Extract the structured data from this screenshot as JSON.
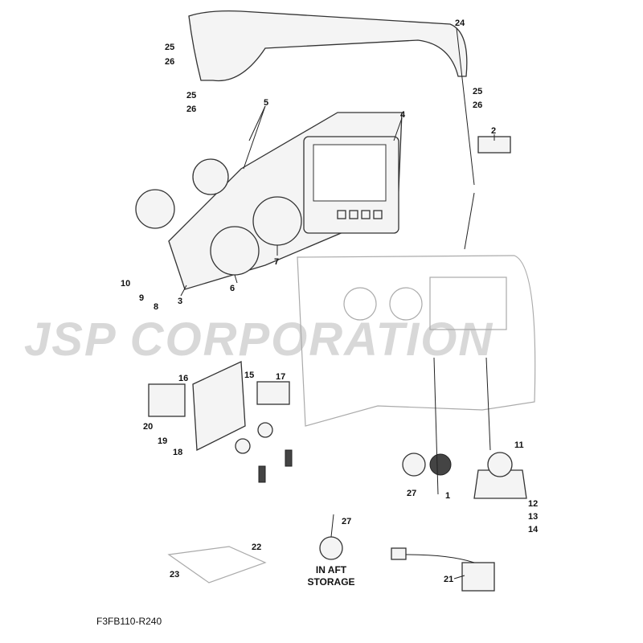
{
  "diagram_code": "F3FB110-R240",
  "watermark": "JSP CORPORATION",
  "storage_note_line1": "IN AFT",
  "storage_note_line2": "STORAGE",
  "callouts": {
    "c24": "24",
    "c25a": "25",
    "c26a": "26",
    "c25b": "25",
    "c26b": "26",
    "c25c": "25",
    "c26c": "26",
    "c5": "5",
    "c4": "4",
    "c2": "2",
    "c7": "7",
    "c6": "6",
    "c3": "3",
    "c10": "10",
    "c9": "9",
    "c8": "8",
    "c16": "16",
    "c15": "15",
    "c17": "17",
    "c20": "20",
    "c19": "19",
    "c18": "18",
    "c11": "11",
    "c12": "12",
    "c13": "13",
    "c14": "14",
    "c27a": "27",
    "c1": "1",
    "c22": "22",
    "c23": "23",
    "c27b": "27",
    "c21": "21"
  }
}
